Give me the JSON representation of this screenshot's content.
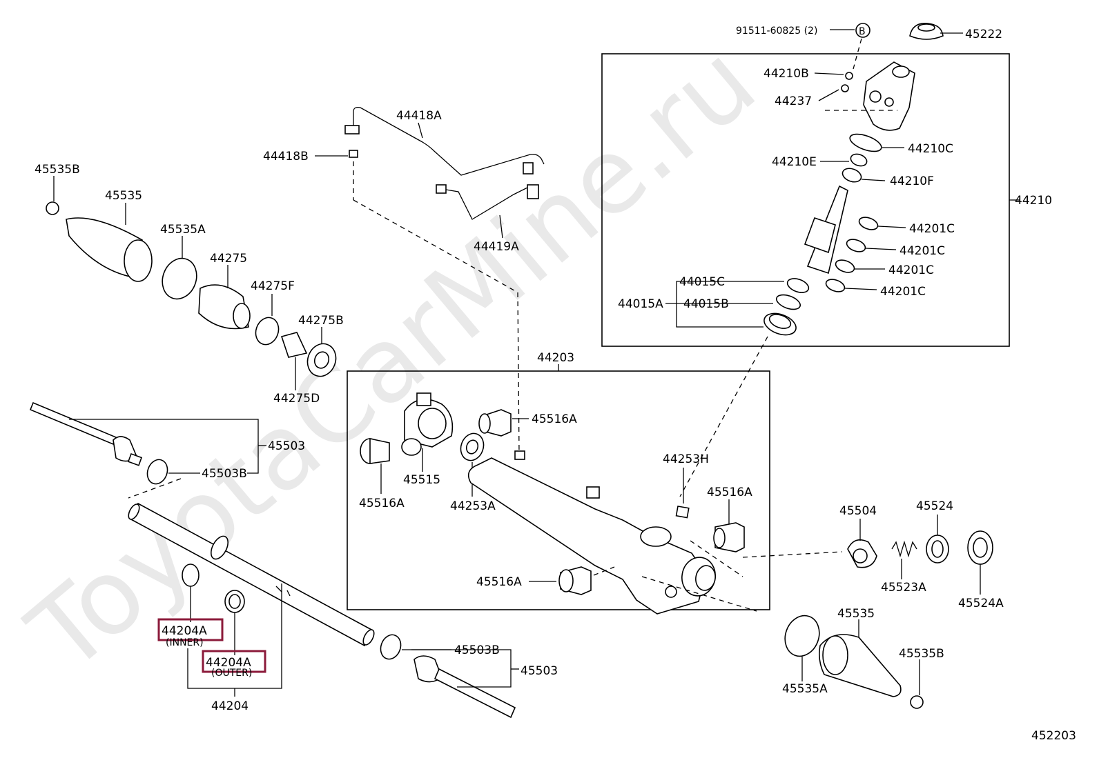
{
  "watermark": "ToyotaCarMine.ru",
  "diagram_code": "452203",
  "labels": {
    "p91511": "91511-60825 (2)",
    "pB": "B",
    "p45222": "45222",
    "p44210B": "44210B",
    "p44237": "44237",
    "p44210C": "44210C",
    "p44210E": "44210E",
    "p44210F": "44210F",
    "p44210": "44210",
    "p44201C_1": "44201C",
    "p44201C_2": "44201C",
    "p44201C_3": "44201C",
    "p44201C_4": "44201C",
    "p44015C": "44015C",
    "p44015A": "44015A",
    "p44015B": "44015B",
    "p44418A": "44418A",
    "p44418B": "44418B",
    "p44419A": "44419A",
    "p45535B_l": "45535B",
    "p45535_l": "45535",
    "p45535A_l": "45535A",
    "p44275": "44275",
    "p44275F": "44275F",
    "p44275B": "44275B",
    "p44275D": "44275D",
    "p44203": "44203",
    "p45516A_1": "45516A",
    "p45516A_2": "45516A",
    "p45516A_3": "45516A",
    "p45516A_4": "45516A",
    "p45515": "45515",
    "p44253A": "44253A",
    "p44253H": "44253H",
    "p45503_l": "45503",
    "p45503B_l": "45503B",
    "p45503B_r": "45503B",
    "p45503_r": "45503",
    "p44204A_in": "44204A",
    "p44204A_in_sub": "(INNER)",
    "p44204A_out": "44204A",
    "p44204A_out_sub": "(OUTER)",
    "p44204": "44204",
    "p45504": "45504",
    "p45524": "45524",
    "p45523A": "45523A",
    "p45524A": "45524A",
    "p45535_r": "45535",
    "p45535B_r": "45535B",
    "p45535A_r": "45535A"
  },
  "highlighted_parts": [
    "44204A (INNER)",
    "44204A (OUTER)"
  ],
  "colors": {
    "highlight": "#8b1a3a",
    "watermark": "#e9e9e9"
  }
}
